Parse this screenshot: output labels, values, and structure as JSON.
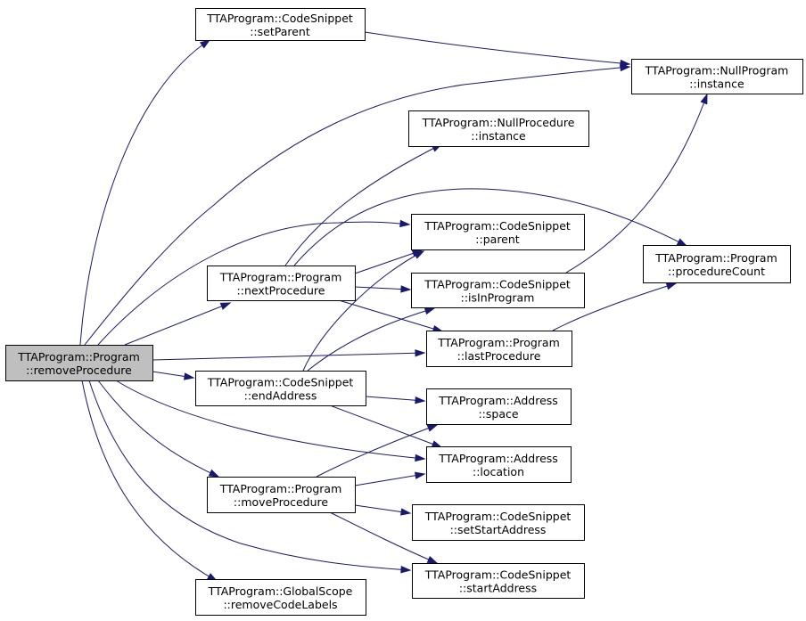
{
  "diagram": {
    "type": "call-graph",
    "colors": {
      "edge": "#191970",
      "root_fill": "#bfbfbf",
      "node_fill": "#ffffff",
      "node_border": "#000000"
    },
    "nodes": [
      {
        "id": "removeProcedure",
        "line1": "TTAProgram::Program",
        "line2": "::removeProcedure",
        "root": true
      },
      {
        "id": "setParent",
        "line1": "TTAProgram::CodeSnippet",
        "line2": "::setParent"
      },
      {
        "id": "nullProgramInstance",
        "line1": "TTAProgram::NullProgram",
        "line2": "::instance"
      },
      {
        "id": "nullProcedureInstance",
        "line1": "TTAProgram::NullProcedure",
        "line2": "::instance"
      },
      {
        "id": "parent",
        "line1": "TTAProgram::CodeSnippet",
        "line2": "::parent"
      },
      {
        "id": "procedureCount",
        "line1": "TTAProgram::Program",
        "line2": "::procedureCount"
      },
      {
        "id": "nextProcedure",
        "line1": "TTAProgram::Program",
        "line2": "::nextProcedure"
      },
      {
        "id": "isInProgram",
        "line1": "TTAProgram::CodeSnippet",
        "line2": "::isInProgram"
      },
      {
        "id": "lastProcedure",
        "line1": "TTAProgram::Program",
        "line2": "::lastProcedure"
      },
      {
        "id": "endAddress",
        "line1": "TTAProgram::CodeSnippet",
        "line2": "::endAddress"
      },
      {
        "id": "space",
        "line1": "TTAProgram::Address",
        "line2": "::space"
      },
      {
        "id": "location",
        "line1": "TTAProgram::Address",
        "line2": "::location"
      },
      {
        "id": "moveProcedure",
        "line1": "TTAProgram::Program",
        "line2": "::moveProcedure"
      },
      {
        "id": "setStartAddress",
        "line1": "TTAProgram::CodeSnippet",
        "line2": "::setStartAddress"
      },
      {
        "id": "startAddress",
        "line1": "TTAProgram::CodeSnippet",
        "line2": "::startAddress"
      },
      {
        "id": "removeCodeLabels",
        "line1": "TTAProgram::GlobalScope",
        "line2": "::removeCodeLabels"
      }
    ],
    "edges": [
      {
        "from": "removeProcedure",
        "to": "setParent"
      },
      {
        "from": "removeProcedure",
        "to": "nullProgramInstance"
      },
      {
        "from": "removeProcedure",
        "to": "parent"
      },
      {
        "from": "removeProcedure",
        "to": "nextProcedure"
      },
      {
        "from": "removeProcedure",
        "to": "lastProcedure"
      },
      {
        "from": "removeProcedure",
        "to": "endAddress"
      },
      {
        "from": "removeProcedure",
        "to": "location"
      },
      {
        "from": "removeProcedure",
        "to": "moveProcedure"
      },
      {
        "from": "removeProcedure",
        "to": "startAddress"
      },
      {
        "from": "removeProcedure",
        "to": "removeCodeLabels"
      },
      {
        "from": "setParent",
        "to": "nullProgramInstance"
      },
      {
        "from": "nextProcedure",
        "to": "nullProcedureInstance"
      },
      {
        "from": "nextProcedure",
        "to": "parent"
      },
      {
        "from": "nextProcedure",
        "to": "procedureCount"
      },
      {
        "from": "nextProcedure",
        "to": "isInProgram"
      },
      {
        "from": "nextProcedure",
        "to": "lastProcedure"
      },
      {
        "from": "isInProgram",
        "to": "nullProgramInstance"
      },
      {
        "from": "lastProcedure",
        "to": "procedureCount"
      },
      {
        "from": "endAddress",
        "to": "parent"
      },
      {
        "from": "endAddress",
        "to": "isInProgram"
      },
      {
        "from": "endAddress",
        "to": "space"
      },
      {
        "from": "endAddress",
        "to": "location"
      },
      {
        "from": "moveProcedure",
        "to": "space"
      },
      {
        "from": "moveProcedure",
        "to": "location"
      },
      {
        "from": "moveProcedure",
        "to": "setStartAddress"
      },
      {
        "from": "moveProcedure",
        "to": "startAddress"
      }
    ]
  }
}
